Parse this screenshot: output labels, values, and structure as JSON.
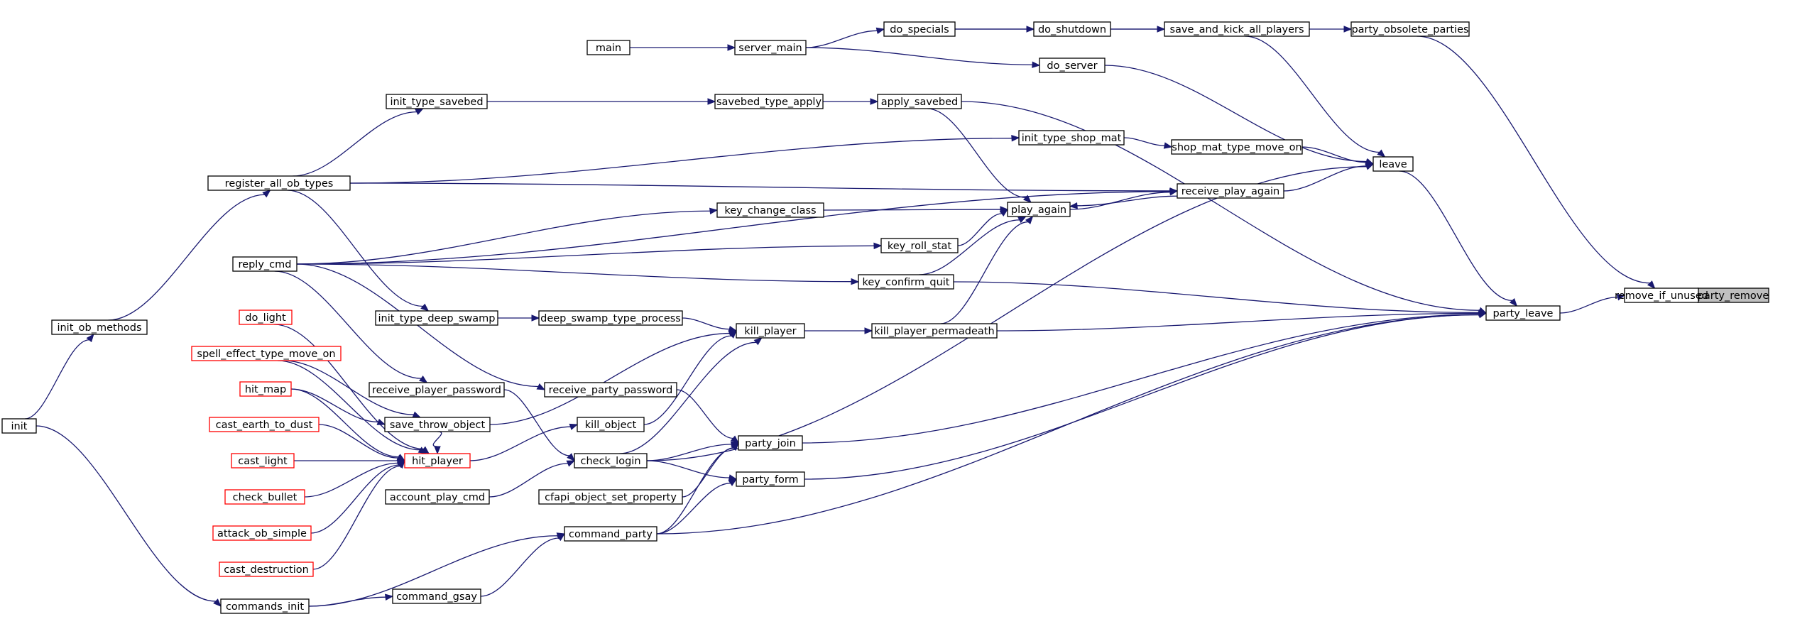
{
  "diagram": {
    "edge_color": "#191970",
    "node_border": "#000000",
    "truncated_node_border": "#ff0000",
    "focus_fill": "#bfbfbf",
    "focus_node": "party_remove",
    "nodes": [
      {
        "id": "party_remove",
        "label": "party_remove",
        "style": "focus"
      },
      {
        "id": "remove_if_unused",
        "label": "remove_if_unused"
      },
      {
        "id": "party_obsolete_parties",
        "label": "party_obsolete_parties"
      },
      {
        "id": "party_leave",
        "label": "party_leave"
      },
      {
        "id": "do_specials",
        "label": "do_specials"
      },
      {
        "id": "server_main",
        "label": "server_main"
      },
      {
        "id": "main",
        "label": "main"
      },
      {
        "id": "leave",
        "label": "leave"
      },
      {
        "id": "do_server",
        "label": "do_server"
      },
      {
        "id": "do_shutdown",
        "label": "do_shutdown"
      },
      {
        "id": "save_and_kick_all_players",
        "label": "save_and_kick_all_players"
      },
      {
        "id": "receive_play_again",
        "label": "receive_play_again"
      },
      {
        "id": "register_all_ob_types",
        "label": "register_all_ob_types"
      },
      {
        "id": "init_ob_methods",
        "label": "init_ob_methods"
      },
      {
        "id": "init",
        "label": "init"
      },
      {
        "id": "play_again",
        "label": "play_again"
      },
      {
        "id": "apply_savebed",
        "label": "apply_savebed"
      },
      {
        "id": "savebed_type_apply",
        "label": "savebed_type_apply"
      },
      {
        "id": "init_type_savebed",
        "label": "init_type_savebed"
      },
      {
        "id": "kill_player_permadeath",
        "label": "kill_player_permadeath"
      },
      {
        "id": "kill_player",
        "label": "kill_player"
      },
      {
        "id": "check_login",
        "label": "check_login"
      },
      {
        "id": "receive_player_password",
        "label": "receive_player_password"
      },
      {
        "id": "reply_cmd",
        "label": "reply_cmd"
      },
      {
        "id": "account_play_cmd",
        "label": "account_play_cmd"
      },
      {
        "id": "deep_swamp_type_process",
        "label": "deep_swamp_type_process"
      },
      {
        "id": "init_type_deep_swamp",
        "label": "init_type_deep_swamp"
      },
      {
        "id": "kill_object",
        "label": "kill_object"
      },
      {
        "id": "hit_player",
        "label": "hit_player",
        "style": "red"
      },
      {
        "id": "attack_ob_simple",
        "label": "attack_ob_simple",
        "style": "red"
      },
      {
        "id": "cast_destruction",
        "label": "cast_destruction",
        "style": "red"
      },
      {
        "id": "cast_earth_to_dust",
        "label": "cast_earth_to_dust",
        "style": "red"
      },
      {
        "id": "cast_light",
        "label": "cast_light",
        "style": "red"
      },
      {
        "id": "check_bullet",
        "label": "check_bullet",
        "style": "red"
      },
      {
        "id": "do_light",
        "label": "do_light",
        "style": "red"
      },
      {
        "id": "hit_map",
        "label": "hit_map",
        "style": "red"
      },
      {
        "id": "spell_effect_type_move_on",
        "label": "spell_effect_type_move_on",
        "style": "red"
      },
      {
        "id": "save_throw_object",
        "label": "save_throw_object"
      },
      {
        "id": "key_change_class",
        "label": "key_change_class"
      },
      {
        "id": "key_confirm_quit",
        "label": "key_confirm_quit"
      },
      {
        "id": "key_roll_stat",
        "label": "key_roll_stat"
      },
      {
        "id": "init_type_shop_mat",
        "label": "init_type_shop_mat"
      },
      {
        "id": "shop_mat_type_move_on",
        "label": "shop_mat_type_move_on"
      },
      {
        "id": "party_form",
        "label": "party_form"
      },
      {
        "id": "command_party",
        "label": "command_party"
      },
      {
        "id": "commands_init",
        "label": "commands_init"
      },
      {
        "id": "party_join",
        "label": "party_join"
      },
      {
        "id": "cfapi_object_set_property",
        "label": "cfapi_object_set_property"
      },
      {
        "id": "receive_party_password",
        "label": "receive_party_password"
      },
      {
        "id": "command_gsay",
        "label": "command_gsay"
      }
    ],
    "edges": [
      {
        "from": "remove_if_unused",
        "to": "party_remove"
      },
      {
        "from": "party_obsolete_parties",
        "to": "remove_if_unused"
      },
      {
        "from": "party_leave",
        "to": "remove_if_unused"
      },
      {
        "from": "do_specials",
        "to": "party_obsolete_parties"
      },
      {
        "from": "server_main",
        "to": "do_specials"
      },
      {
        "from": "main",
        "to": "server_main"
      },
      {
        "from": "leave",
        "to": "party_leave"
      },
      {
        "from": "do_server",
        "to": "leave"
      },
      {
        "from": "server_main",
        "to": "do_server"
      },
      {
        "from": "save_and_kick_all_players",
        "to": "leave"
      },
      {
        "from": "do_shutdown",
        "to": "save_and_kick_all_players"
      },
      {
        "from": "do_specials",
        "to": "do_shutdown"
      },
      {
        "from": "receive_play_again",
        "to": "leave"
      },
      {
        "from": "register_all_ob_types",
        "to": "receive_play_again"
      },
      {
        "from": "init_ob_methods",
        "to": "register_all_ob_types"
      },
      {
        "from": "init",
        "to": "init_ob_methods"
      },
      {
        "from": "receive_play_again",
        "to": "play_again"
      },
      {
        "from": "play_again",
        "to": "receive_play_again"
      },
      {
        "from": "apply_savebed",
        "to": "play_again"
      },
      {
        "from": "savebed_type_apply",
        "to": "apply_savebed"
      },
      {
        "from": "init_type_savebed",
        "to": "savebed_type_apply"
      },
      {
        "from": "register_all_ob_types",
        "to": "init_type_savebed"
      },
      {
        "from": "kill_player_permadeath",
        "to": "play_again"
      },
      {
        "from": "kill_player",
        "to": "kill_player_permadeath"
      },
      {
        "from": "check_login",
        "to": "kill_player"
      },
      {
        "from": "receive_player_password",
        "to": "check_login"
      },
      {
        "from": "reply_cmd",
        "to": "receive_player_password"
      },
      {
        "from": "account_play_cmd",
        "to": "check_login"
      },
      {
        "from": "deep_swamp_type_process",
        "to": "kill_player"
      },
      {
        "from": "init_type_deep_swamp",
        "to": "deep_swamp_type_process"
      },
      {
        "from": "register_all_ob_types",
        "to": "init_type_deep_swamp"
      },
      {
        "from": "kill_object",
        "to": "kill_player"
      },
      {
        "from": "hit_player",
        "to": "kill_object"
      },
      {
        "from": "attack_ob_simple",
        "to": "hit_player"
      },
      {
        "from": "cast_destruction",
        "to": "hit_player"
      },
      {
        "from": "cast_earth_to_dust",
        "to": "hit_player"
      },
      {
        "from": "cast_light",
        "to": "hit_player"
      },
      {
        "from": "check_bullet",
        "to": "hit_player"
      },
      {
        "from": "do_light",
        "to": "hit_player"
      },
      {
        "from": "hit_map",
        "to": "hit_player"
      },
      {
        "from": "spell_effect_type_move_on",
        "to": "hit_player"
      },
      {
        "from": "save_throw_object",
        "to": "hit_player"
      },
      {
        "from": "hit_map",
        "to": "save_throw_object"
      },
      {
        "from": "spell_effect_type_move_on",
        "to": "save_throw_object"
      },
      {
        "from": "save_throw_object",
        "to": "kill_player"
      },
      {
        "from": "key_change_class",
        "to": "play_again"
      },
      {
        "from": "reply_cmd",
        "to": "key_change_class"
      },
      {
        "from": "key_confirm_quit",
        "to": "play_again"
      },
      {
        "from": "reply_cmd",
        "to": "key_confirm_quit"
      },
      {
        "from": "key_roll_stat",
        "to": "play_again"
      },
      {
        "from": "reply_cmd",
        "to": "key_roll_stat"
      },
      {
        "from": "reply_cmd",
        "to": "receive_play_again"
      },
      {
        "from": "shop_mat_type_move_on",
        "to": "leave"
      },
      {
        "from": "init_type_shop_mat",
        "to": "shop_mat_type_move_on"
      },
      {
        "from": "register_all_ob_types",
        "to": "init_type_shop_mat"
      },
      {
        "from": "apply_savebed",
        "to": "party_leave"
      },
      {
        "from": "key_confirm_quit",
        "to": "party_leave"
      },
      {
        "from": "kill_player_permadeath",
        "to": "party_leave"
      },
      {
        "from": "check_login",
        "to": "leave"
      },
      {
        "from": "party_form",
        "to": "party_leave"
      },
      {
        "from": "command_party",
        "to": "party_form"
      },
      {
        "from": "commands_init",
        "to": "command_party"
      },
      {
        "from": "init",
        "to": "commands_init"
      },
      {
        "from": "party_join",
        "to": "party_leave"
      },
      {
        "from": "cfapi_object_set_property",
        "to": "party_join"
      },
      {
        "from": "check_login",
        "to": "party_join"
      },
      {
        "from": "command_party",
        "to": "party_join"
      },
      {
        "from": "receive_party_password",
        "to": "party_join"
      },
      {
        "from": "reply_cmd",
        "to": "receive_party_password"
      },
      {
        "from": "check_login",
        "to": "party_form"
      },
      {
        "from": "command_party",
        "to": "party_leave"
      },
      {
        "from": "command_gsay",
        "to": "command_party"
      },
      {
        "from": "commands_init",
        "to": "command_gsay"
      }
    ]
  }
}
